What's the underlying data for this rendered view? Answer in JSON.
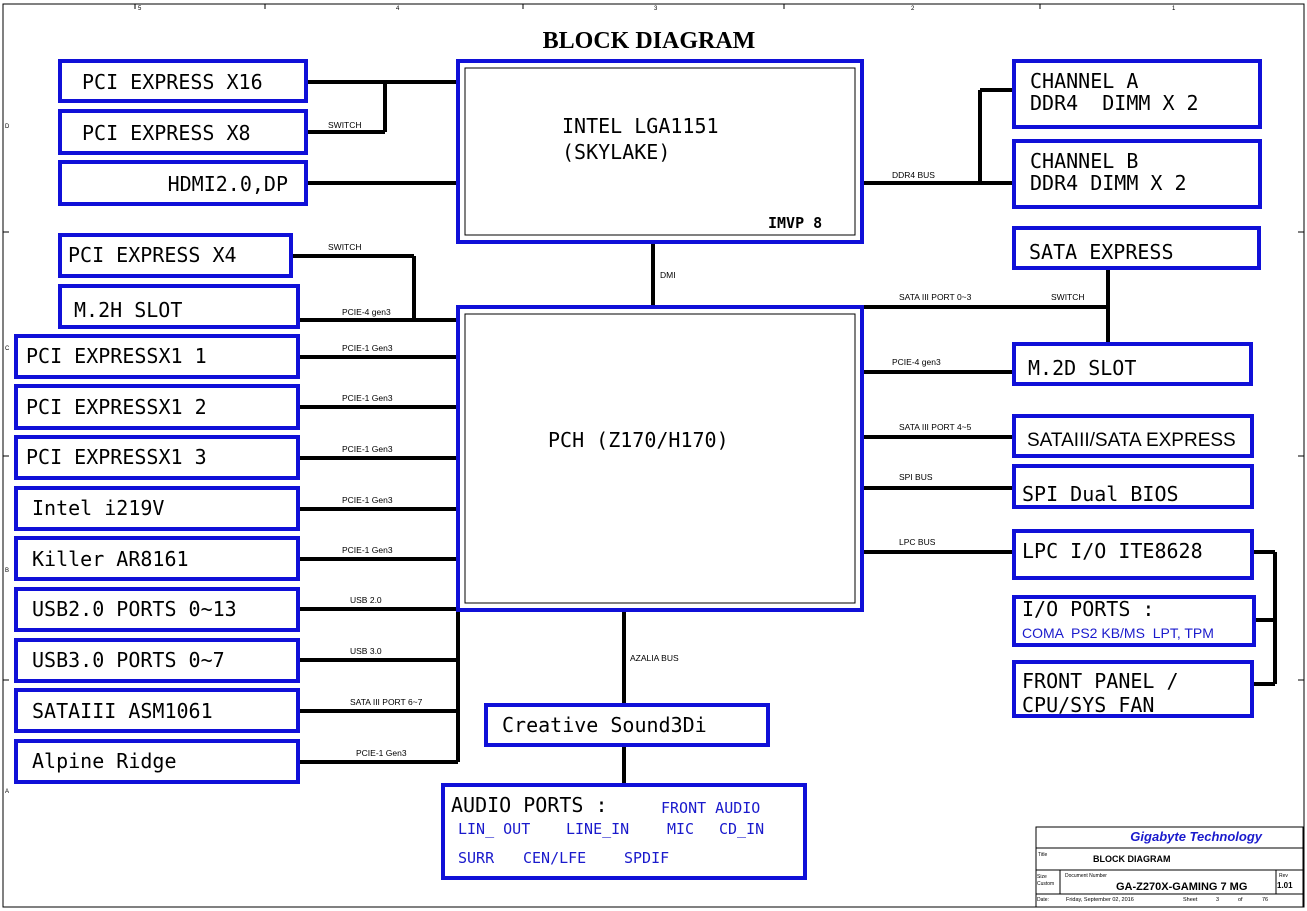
{
  "title": "BLOCK DIAGRAM",
  "cpu": {
    "line1": "INTEL LGA1151",
    "line2": "(SKYLAKE)",
    "vr": "IMVP 8"
  },
  "pch": {
    "label": "PCH (Z170/H170)"
  },
  "left_top": [
    {
      "label": "PCI EXPRESS X16"
    },
    {
      "label": "PCI EXPRESS X8"
    },
    {
      "label": "HDMI2.0,DP"
    }
  ],
  "left_mid": [
    {
      "label": "PCI EXPRESS X4"
    },
    {
      "label": "M.2H SLOT"
    }
  ],
  "left_pch": [
    {
      "label": "PCI EXPRESSX1 1",
      "bus": "PCIE-1 Gen3"
    },
    {
      "label": "PCI EXPRESSX1 2",
      "bus": "PCIE-1 Gen3"
    },
    {
      "label": "PCI EXPRESSX1 3",
      "bus": "PCIE-1 Gen3"
    },
    {
      "label": "Intel i219V",
      "bus": "PCIE-1 Gen3"
    },
    {
      "label": "Killer AR8161",
      "bus": "PCIE-1 Gen3"
    },
    {
      "label": "USB2.0 PORTS 0~13",
      "bus": "USB 2.0"
    },
    {
      "label": "USB3.0 PORTS 0~7",
      "bus": "USB 3.0"
    },
    {
      "label": "SATAIII ASM1061",
      "bus": "SATA III PORT 6~7"
    },
    {
      "label": "Alpine Ridge",
      "bus": "PCIE-1 Gen3"
    }
  ],
  "ddr": [
    {
      "line1": "CHANNEL A",
      "line2": "DDR4  DIMM X 2"
    },
    {
      "line1": "CHANNEL B",
      "line2": "DDR4 DIMM X 2"
    }
  ],
  "right_pch": {
    "sata_express": "SATA EXPRESS",
    "m2d": "M.2D SLOT",
    "sataiii": "SATAIII/SATA EXPRESS",
    "spi": "SPI Dual BIOS",
    "lpc": "LPC I/O ITE8628",
    "io_title": "I/O PORTS :",
    "io_sub": "COMA  PS2 KB/MS  LPT, TPM",
    "front1": "FRONT PANEL /",
    "front2": "CPU/SYS FAN"
  },
  "buses": {
    "switch1": "SWITCH",
    "switch2": "SWITCH",
    "switch3": "SWITCH",
    "ddr4": "DDR4 BUS",
    "dmi": "DMI",
    "pcie4_left": "PCIE-4 gen3",
    "sata_03": "SATA III PORT 0~3",
    "pcie4_right": "PCIE-4 gen3",
    "sata_45": "SATA III PORT 4~5",
    "spi": "SPI BUS",
    "lpc": "LPC BUS",
    "azalia": "AZALIA BUS"
  },
  "audio": {
    "codec": "Creative Sound3Di",
    "title": "AUDIO PORTS :",
    "front": "FRONT AUDIO",
    "row1": [
      "LIN_ OUT",
      "LINE_IN",
      "MIC",
      "CD_IN"
    ],
    "row2": [
      "SURR",
      "CEN/LFE",
      "SPDIF"
    ]
  },
  "titleblock": {
    "company": "Gigabyte Technology",
    "title_label": "Title",
    "title": "BLOCK DIAGRAM",
    "size_label": "Size",
    "custom_label": "Custom",
    "docnum_label": "Document Number",
    "docnum": "GA-Z270X-GAMING 7 MG",
    "rev_label": "Rev",
    "rev": "1.01",
    "date_label": "Date:",
    "date": "Friday, September 02, 2016",
    "sheet_label": "Sheet",
    "sheet": "3",
    "of_label": "of",
    "total": "76"
  },
  "frame": {
    "cols": [
      "5",
      "4",
      "3",
      "2",
      "1"
    ],
    "rows": [
      "D",
      "C",
      "B",
      "A"
    ]
  },
  "colors": {
    "box": "#1010d8",
    "wire": "#000000",
    "blue_text": "#1a1acc"
  }
}
